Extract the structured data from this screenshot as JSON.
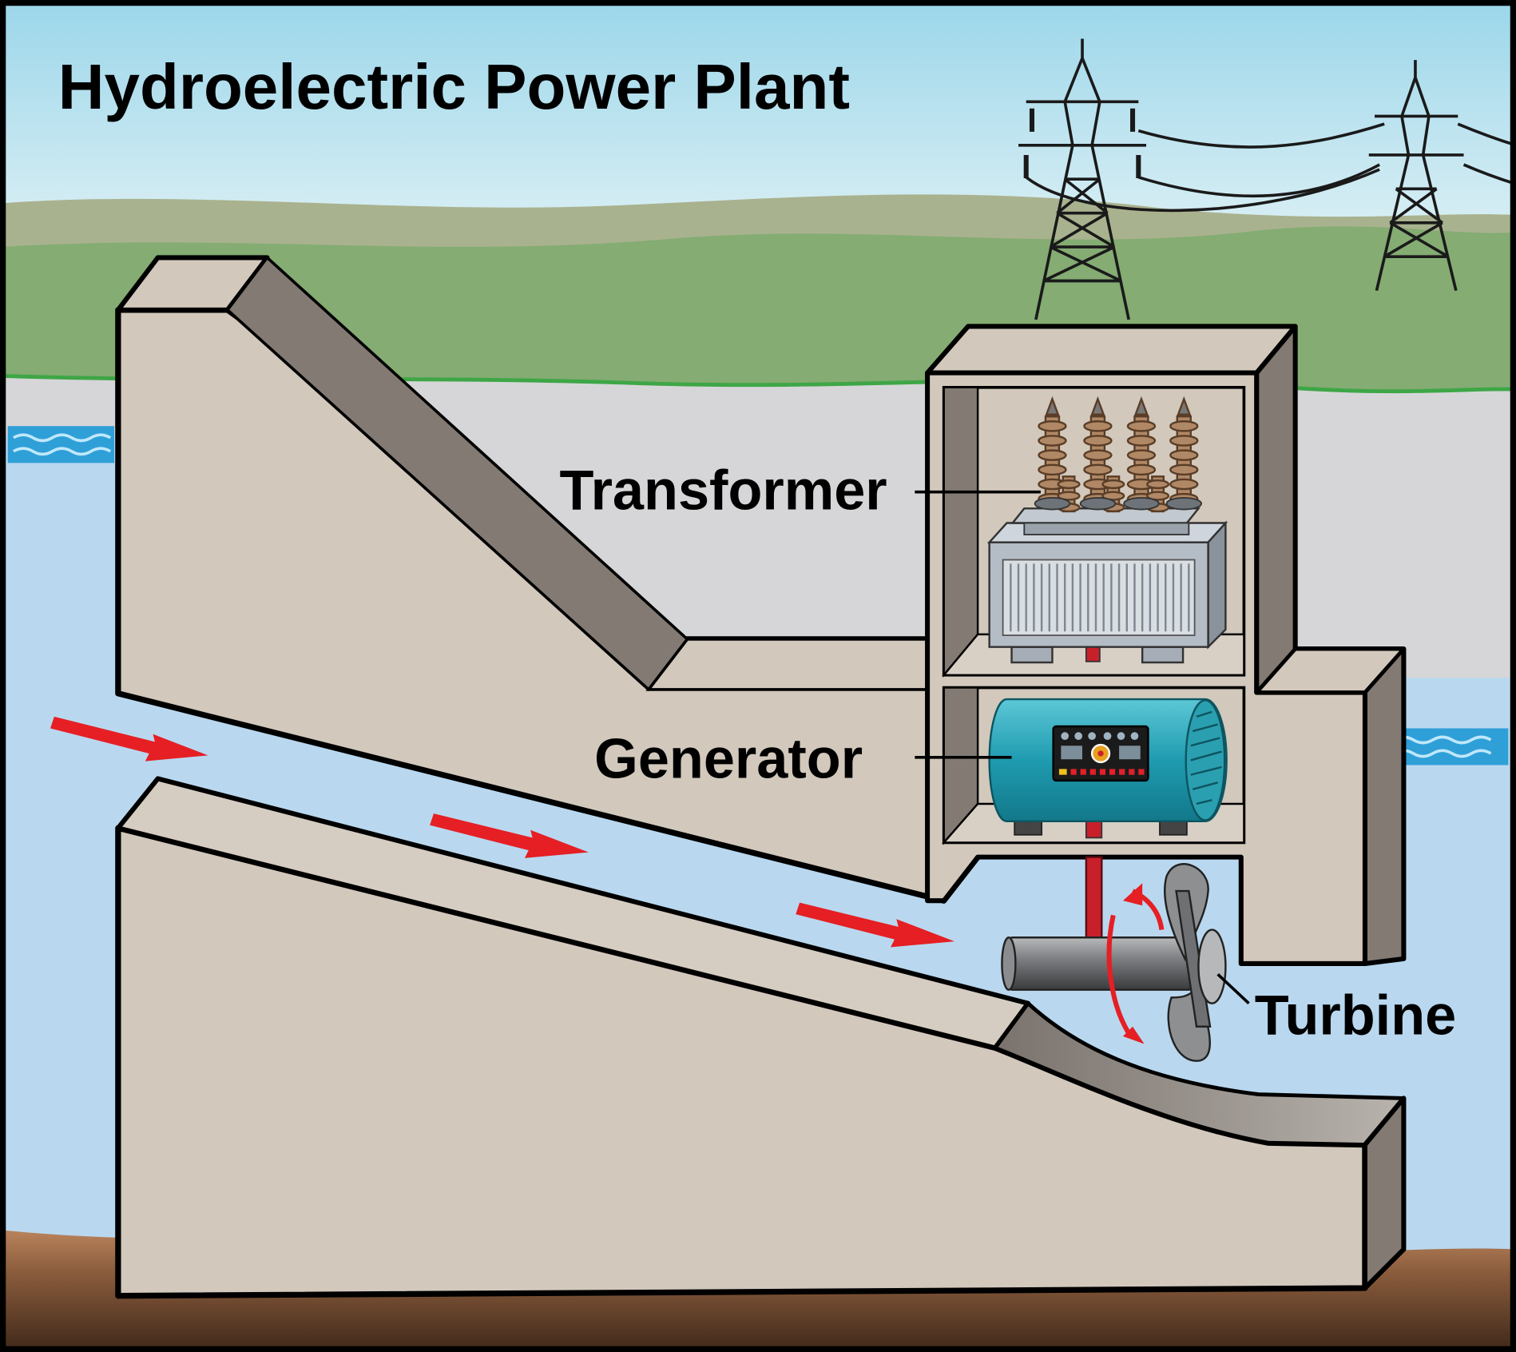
{
  "title": "Hydroelectric Power Plant",
  "labels": {
    "transformer": "Transformer",
    "generator": "Generator",
    "turbine": "Turbine"
  },
  "colors": {
    "sky": "#a9dcec",
    "hills_far": "#a9b28e",
    "hills_near": "#84ac73",
    "reservoir_water": "#b9d8ef",
    "wave": "#3aa9dd",
    "concrete": "#d2c8bc",
    "concrete_shadow": "#827a73",
    "outline": "#000000",
    "ground": "#b9835c",
    "ground_dark": "#4a2f1e",
    "flow_arrow": "#e51f24",
    "generator_body": "#2a9fb0",
    "transformer_body": "#b4bcc6",
    "bushing": "#b08866",
    "shaft": "#c8202a",
    "turbine_metal": "#8d8f91"
  },
  "icons": [
    "power-tower-icon",
    "flow-arrow-icon",
    "rotation-arrow-icon",
    "water-wave-icon"
  ]
}
